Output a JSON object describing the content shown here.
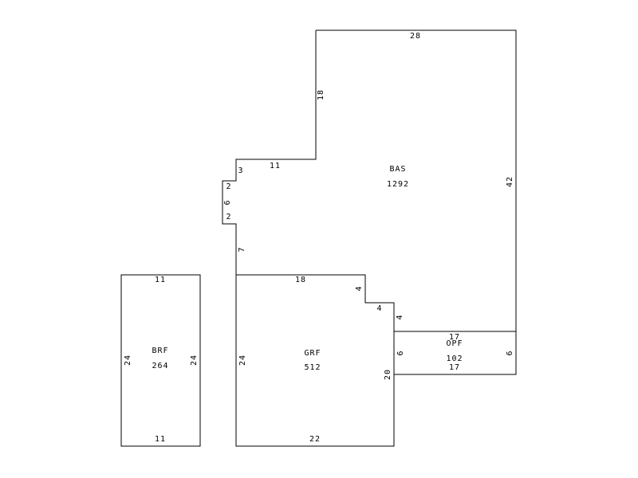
{
  "sketch": {
    "areas": [
      {
        "code": "BAS",
        "area": "1292"
      },
      {
        "code": "GRF",
        "area": "512"
      },
      {
        "code": "OPF",
        "area": "102"
      },
      {
        "code": "BRF",
        "area": "264"
      }
    ],
    "dimensions": {
      "bas_top": "28",
      "bas_right": "42",
      "bas_upper_left": "18",
      "bas_step_top": "11",
      "bas_step_side": "3",
      "bas_bay_top": "2",
      "bas_bay_side": "6",
      "bas_bay_bottom": "2",
      "bas_lower_left": "7",
      "bas_notch_right": "4",
      "grf_top": "18",
      "grf_notch_side": "4",
      "grf_notch_top": "4",
      "grf_left": "24",
      "grf_right": "20",
      "grf_bottom": "22",
      "opf_top": "17",
      "opf_left": "6",
      "opf_right": "6",
      "opf_bottom": "17",
      "brf_top": "11",
      "brf_left": "24",
      "brf_right": "24",
      "brf_bottom": "11"
    }
  }
}
